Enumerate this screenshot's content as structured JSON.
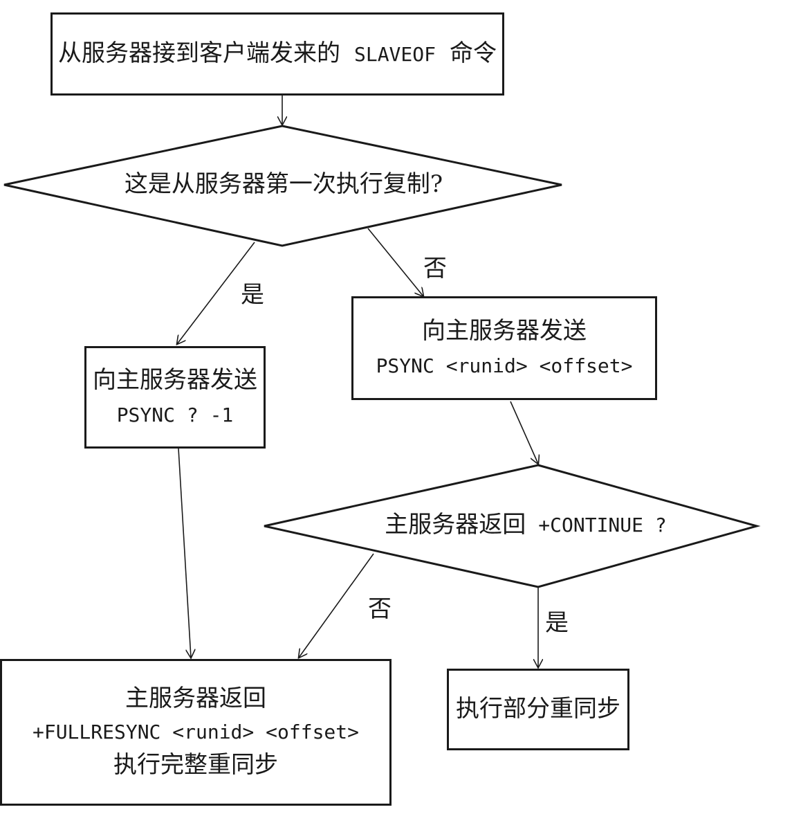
{
  "start": {
    "text_zh": "从服务器接到客户端发来的",
    "text_cmd": "SLAVEOF",
    "text_tail": "命令"
  },
  "decision1": {
    "text": "这是从服务器第一次执行复制?"
  },
  "yes_branch": {
    "edge_label": "是",
    "box_title": "向主服务器发送",
    "box_cmd": "PSYNC ? -1"
  },
  "no_branch": {
    "edge_label": "否",
    "box_title": "向主服务器发送",
    "box_cmd": "PSYNC <runid> <offset>"
  },
  "decision2": {
    "text_zh": "主服务器返回",
    "text_cmd": "+CONTINUE ?"
  },
  "full_sync": {
    "edge_label": "否",
    "line1": "主服务器返回",
    "line2": "+FULLRESYNC <runid> <offset>",
    "line3": "执行完整重同步"
  },
  "partial_sync": {
    "edge_label": "是",
    "text": "执行部分重同步"
  }
}
